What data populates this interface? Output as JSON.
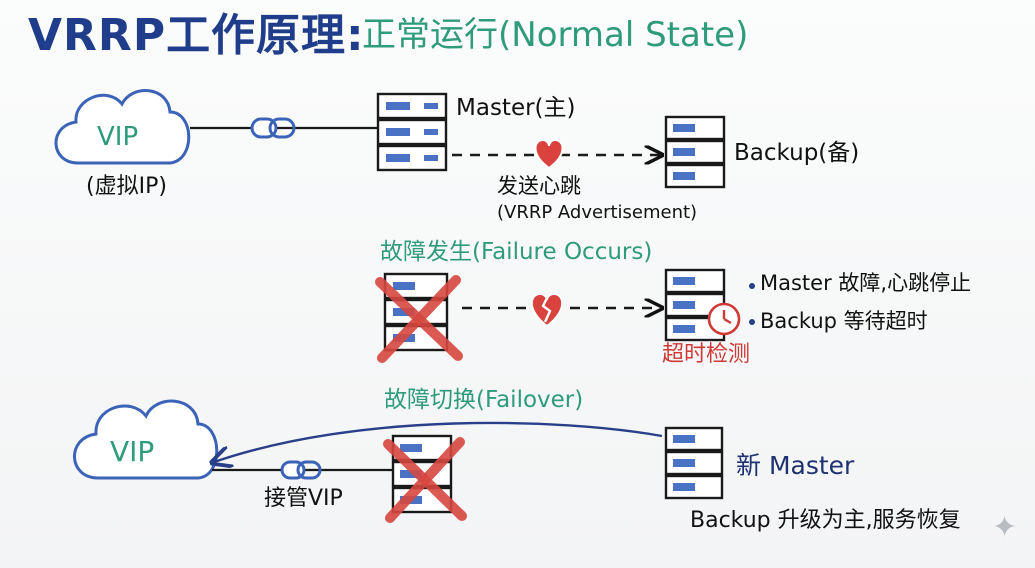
{
  "title": {
    "main": "VRRP工作原理:",
    "sub": "正常运行(Normal State)"
  },
  "normal": {
    "vip_label": "VIP",
    "vip_caption": "(虚拟IP)",
    "master_label": "Master(主)",
    "backup_label": "Backup(备)",
    "heartbeat_label": "发送心跳",
    "heartbeat_sub": "(VRRP Advertisement)"
  },
  "failure": {
    "heading": "故障发生(Failure Occurs)",
    "bullets": [
      "Master 故障,心跳停止",
      "Backup 等待超时"
    ],
    "timeout_label": "超时检测"
  },
  "failover": {
    "heading": "故障切换(Failover)",
    "vip_label": "VIP",
    "takeover_label": "接管VIP",
    "new_master_label": "新 Master",
    "result_text": "Backup 升级为主,服务恢复"
  },
  "colors": {
    "navy": "#1e3170",
    "teal": "#2e9b7a",
    "red": "#cf3a36",
    "cloud": "#3b63b8",
    "vip_text": "#2e9b7a",
    "server_fill": "#ffffff",
    "server_slot": "#4a72c4",
    "heart": "#d9423d"
  }
}
